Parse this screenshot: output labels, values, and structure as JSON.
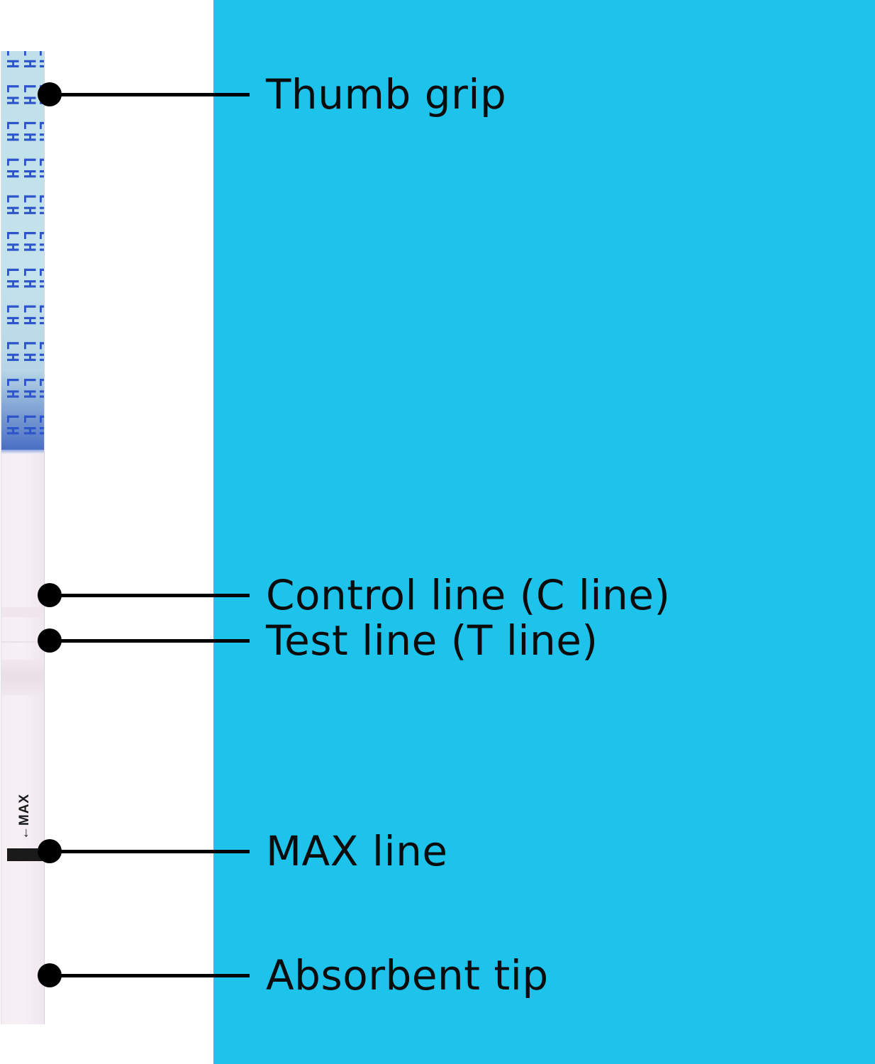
{
  "strip": {
    "grip_print": "LH",
    "max_marking": "←MAX"
  },
  "callouts": [
    {
      "label": "Thumb grip"
    },
    {
      "label": "Control line (C line)"
    },
    {
      "label": "Test line (T line)"
    },
    {
      "label": "MAX line"
    },
    {
      "label": "Absorbent tip"
    }
  ],
  "colors": {
    "panel": "#1DC3EB",
    "print": "#2d55c9",
    "leader": "#000000"
  }
}
